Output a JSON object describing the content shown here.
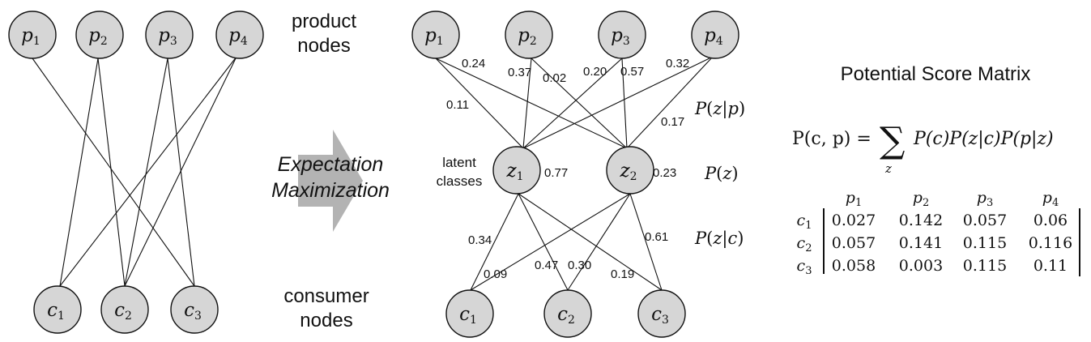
{
  "left_graph": {
    "product_nodes": [
      {
        "letter": "p",
        "sub": "1"
      },
      {
        "letter": "p",
        "sub": "2"
      },
      {
        "letter": "p",
        "sub": "3"
      },
      {
        "letter": "p",
        "sub": "4"
      }
    ],
    "consumer_nodes": [
      {
        "letter": "c",
        "sub": "1"
      },
      {
        "letter": "c",
        "sub": "2"
      },
      {
        "letter": "c",
        "sub": "3"
      }
    ],
    "edges": [
      [
        0,
        2
      ],
      [
        1,
        1
      ],
      [
        1,
        0
      ],
      [
        2,
        1
      ],
      [
        2,
        2
      ],
      [
        3,
        0
      ],
      [
        3,
        1
      ]
    ]
  },
  "labels": {
    "product_line1": "product",
    "product_line2": "nodes",
    "consumer_line1": "consumer",
    "consumer_line2": "nodes",
    "em_line1": "Expectation",
    "em_line2": "Maximization",
    "latent_line1": "latent",
    "latent_line2": "classes"
  },
  "right_graph": {
    "product_nodes": [
      {
        "letter": "p",
        "sub": "1"
      },
      {
        "letter": "p",
        "sub": "2"
      },
      {
        "letter": "p",
        "sub": "3"
      },
      {
        "letter": "p",
        "sub": "4"
      }
    ],
    "latent_nodes": [
      {
        "letter": "z",
        "sub": "1",
        "prob": "0.77"
      },
      {
        "letter": "z",
        "sub": "2",
        "prob": "0.23"
      }
    ],
    "consumer_nodes": [
      {
        "letter": "c",
        "sub": "1"
      },
      {
        "letter": "c",
        "sub": "2"
      },
      {
        "letter": "c",
        "sub": "3"
      }
    ],
    "pz_given_p_edges": [
      {
        "p": 0,
        "z": 0,
        "weight": "0.11"
      },
      {
        "p": 0,
        "z": 1,
        "weight": "0.24"
      },
      {
        "p": 1,
        "z": 0,
        "weight": "0.37"
      },
      {
        "p": 1,
        "z": 1,
        "weight": "0.02"
      },
      {
        "p": 2,
        "z": 0,
        "weight": "0.20"
      },
      {
        "p": 2,
        "z": 1,
        "weight": "0.57"
      },
      {
        "p": 3,
        "z": 0,
        "weight": "0.32"
      },
      {
        "p": 3,
        "z": 1,
        "weight": "0.17"
      }
    ],
    "pz_given_c_edges": [
      {
        "z": 0,
        "c": 0,
        "weight": "0.34"
      },
      {
        "z": 0,
        "c": 1,
        "weight": "0.47"
      },
      {
        "z": 0,
        "c": 2,
        "weight": "0.19"
      },
      {
        "z": 1,
        "c": 0,
        "weight": "0.09"
      },
      {
        "z": 1,
        "c": 1,
        "weight": "0.30"
      },
      {
        "z": 1,
        "c": 2,
        "weight": "0.61"
      }
    ],
    "prob_labels": {
      "p_z_given_p": {
        "P": "P",
        "open": "(",
        "z": "z",
        "bar": "|",
        "x": "p",
        "close": ")"
      },
      "p_z": {
        "P": "P",
        "open": "(",
        "z": "z",
        "close": ")"
      },
      "p_z_given_c": {
        "P": "P",
        "open": "(",
        "z": "z",
        "bar": "|",
        "x": "c",
        "close": ")"
      }
    }
  },
  "matrix": {
    "title": "Potential Score Matrix",
    "formula_lhs": "P(c, p) =",
    "sigma": "∑",
    "sum_index": "z",
    "formula_rhs": "P(c)P(z|c)P(p|z)",
    "col_headers": [
      {
        "letter": "p",
        "sub": "1"
      },
      {
        "letter": "p",
        "sub": "2"
      },
      {
        "letter": "p",
        "sub": "3"
      },
      {
        "letter": "p",
        "sub": "4"
      }
    ],
    "row_headers": [
      {
        "letter": "c",
        "sub": "1"
      },
      {
        "letter": "c",
        "sub": "2"
      },
      {
        "letter": "c",
        "sub": "3"
      }
    ],
    "rows": [
      [
        "0.027",
        "0.142",
        "0.057",
        "0.06"
      ],
      [
        "0.057",
        "0.141",
        "0.115",
        "0.116"
      ],
      [
        "0.058",
        "0.003",
        "0.115",
        "0.11"
      ]
    ]
  },
  "colors": {
    "node_fill": "#d6d6d6",
    "stroke": "#111111",
    "arrow_fill": "#b3b3b3"
  }
}
